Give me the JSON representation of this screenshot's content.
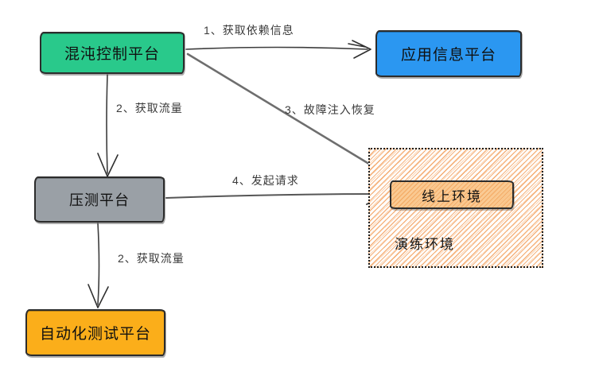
{
  "diagram": {
    "title_hint": "chaos-engineering-platform-flow",
    "nodes": {
      "chaos": {
        "label": "混沌控制平台",
        "color": "#29C98B"
      },
      "appinfo": {
        "label": "应用信息平台",
        "color": "#2B97F1"
      },
      "loadtest": {
        "label": "压测平台",
        "color": "#9AA0A6"
      },
      "autotest": {
        "label": "自动化测试平台",
        "color": "#FBAE1A"
      },
      "online": {
        "label": "线上环境",
        "color": "#F9C88E"
      },
      "drill": {
        "label": "演练环境",
        "hatch_color": "#F29A54"
      }
    },
    "edges": [
      {
        "label": "1、获取依赖信息",
        "from": "chaos",
        "to": "appinfo"
      },
      {
        "label": "2、获取流量",
        "from": "chaos",
        "to": "loadtest"
      },
      {
        "label": "3、故障注入恢复",
        "from": "chaos",
        "to": "online"
      },
      {
        "label": "4、发起请求",
        "from": "loadtest",
        "to": "online"
      },
      {
        "label": "2、获取流量",
        "from": "loadtest",
        "to": "autotest"
      }
    ],
    "border_color": "#2c2c2c",
    "background_color": "#ffffff"
  }
}
